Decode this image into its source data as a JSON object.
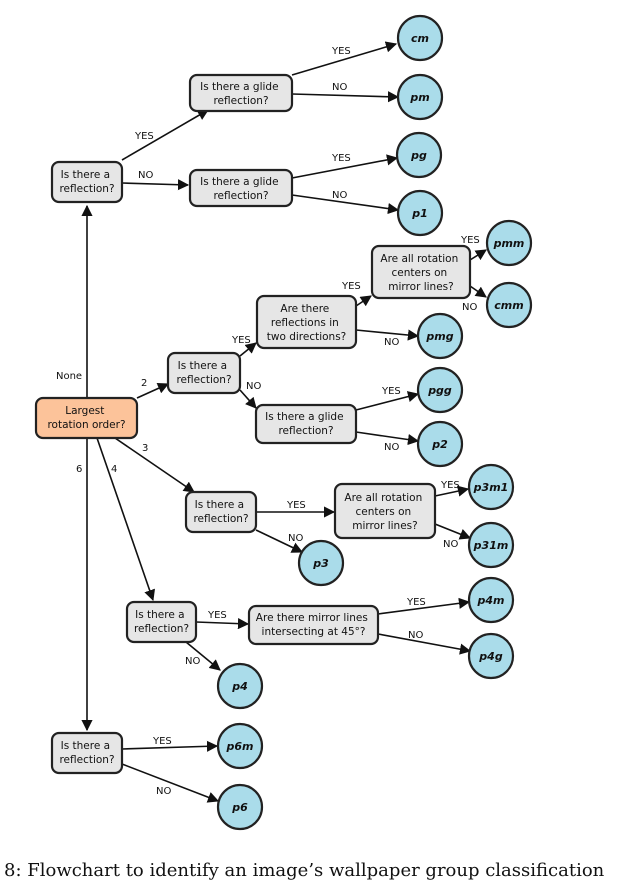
{
  "caption": "8: Flowchart to identify an image’s wallpaper group classification",
  "colors": {
    "decision_fill": "#e6e6e6",
    "root_fill": "#fcc39a",
    "leaf_fill": "#aadcea",
    "stroke": "#222222"
  },
  "nodes": {
    "root": {
      "lines": [
        "Largest",
        "rotation order?"
      ]
    },
    "none_reflection": {
      "lines": [
        "Is there a",
        "reflection?"
      ]
    },
    "none_glide_yes": {
      "lines": [
        "Is there a glide",
        "reflection?"
      ]
    },
    "none_glide_no": {
      "lines": [
        "Is there a glide",
        "reflection?"
      ]
    },
    "two_reflection": {
      "lines": [
        "Is there a",
        "reflection?"
      ]
    },
    "two_directions": {
      "lines": [
        "Are there",
        "reflections in",
        "two directions?"
      ]
    },
    "two_rotation_centers": {
      "lines": [
        "Are all rotation",
        "centers on",
        "mirror lines?"
      ]
    },
    "two_glide": {
      "lines": [
        "Is there a glide",
        "reflection?"
      ]
    },
    "three_reflection": {
      "lines": [
        "Is there a",
        "reflection?"
      ]
    },
    "three_rotation_centers": {
      "lines": [
        "Are all rotation",
        "centers on",
        "mirror lines?"
      ]
    },
    "four_reflection": {
      "lines": [
        "Is there a",
        "reflection?"
      ]
    },
    "four_mirror_45": {
      "lines": [
        "Are there mirror lines",
        "intersecting at 45°?"
      ]
    },
    "six_reflection": {
      "lines": [
        "Is there a",
        "reflection?"
      ]
    }
  },
  "leaves": {
    "cm": "cm",
    "pm": "pm",
    "pg": "pg",
    "p1": "p1",
    "pmm": "pmm",
    "cmm": "cmm",
    "pmg": "pmg",
    "pgg": "pgg",
    "p2": "p2",
    "p3m1": "p3m1",
    "p31m": "p31m",
    "p3": "p3",
    "p4m": "p4m",
    "p4g": "p4g",
    "p4": "p4",
    "p6m": "p6m",
    "p6": "p6"
  },
  "edge_labels": {
    "none": "None",
    "two": "2",
    "three": "3",
    "four": "4",
    "six": "6",
    "n_refl_yes": "YES",
    "n_refl_no": "NO",
    "n_glide1_yes": "YES",
    "n_glide1_no": "NO",
    "n_glide2_yes": "YES",
    "n_glide2_no": "NO",
    "t_refl_yes": "YES",
    "t_refl_no": "NO",
    "t_dir_yes": "YES",
    "t_dir_no": "NO",
    "t_rot_yes": "YES",
    "t_rot_no": "NO",
    "t_glide_yes": "YES",
    "t_glide_no": "NO",
    "th_refl_yes": "YES",
    "th_refl_no": "NO",
    "th_rot_yes": "YES",
    "th_rot_no": "NO",
    "f_refl_yes": "YES",
    "f_refl_no": "NO",
    "f_45_yes": "YES",
    "f_45_no": "NO",
    "s_refl_yes": "YES",
    "s_refl_no": "NO"
  }
}
